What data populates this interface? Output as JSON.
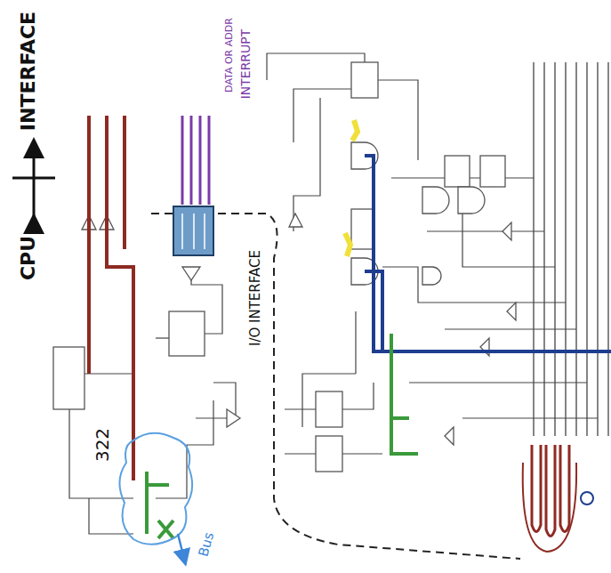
{
  "diagram": {
    "labels": [
      "CPU",
      "INTERFACE",
      "I/O INTERFACE",
      "322",
      "Bus",
      "DATA OR ADDR",
      "INTERRUPT"
    ]
  }
}
